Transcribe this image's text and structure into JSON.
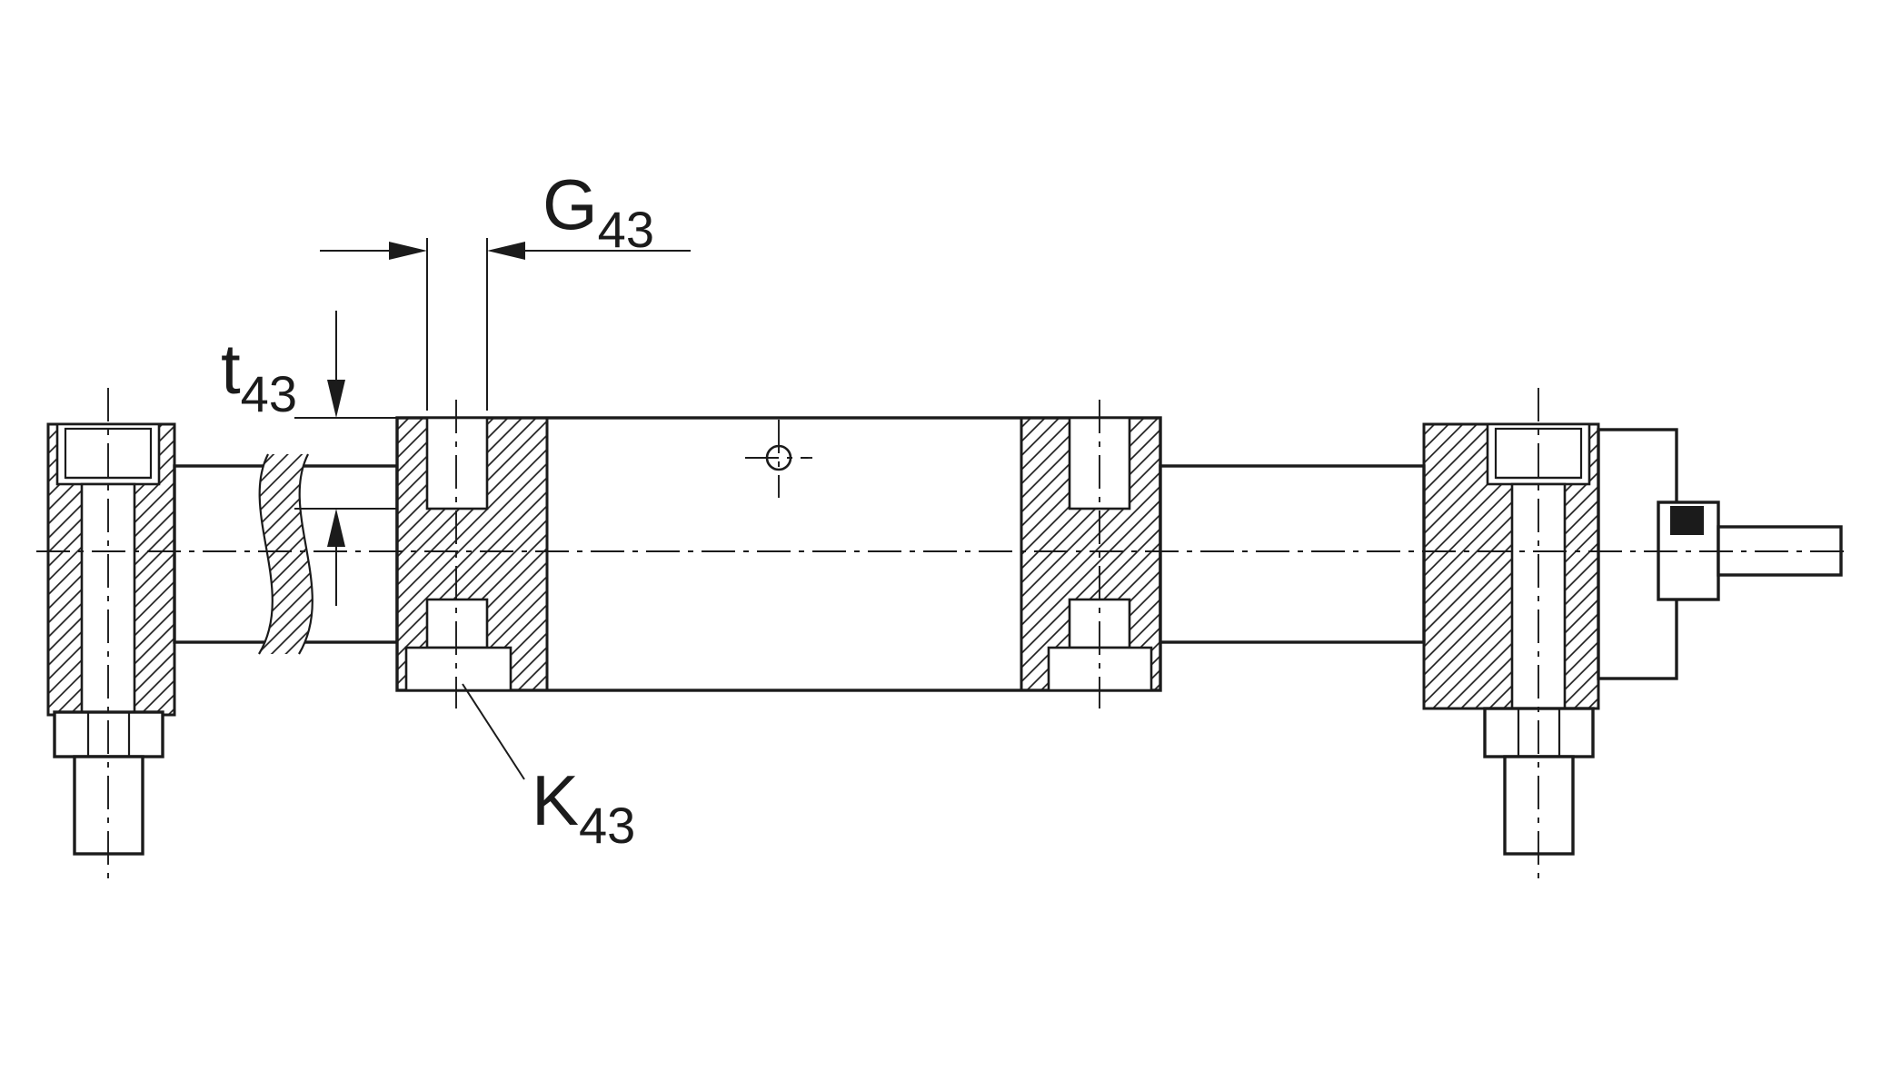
{
  "drawing": {
    "labels": {
      "g": {
        "main": "G",
        "sub": "43"
      },
      "t": {
        "main": "t",
        "sub": "43"
      },
      "k": {
        "main": "K",
        "sub": "43"
      }
    },
    "colors": {
      "line": "#1b1b1b",
      "background": "#ffffff"
    }
  }
}
